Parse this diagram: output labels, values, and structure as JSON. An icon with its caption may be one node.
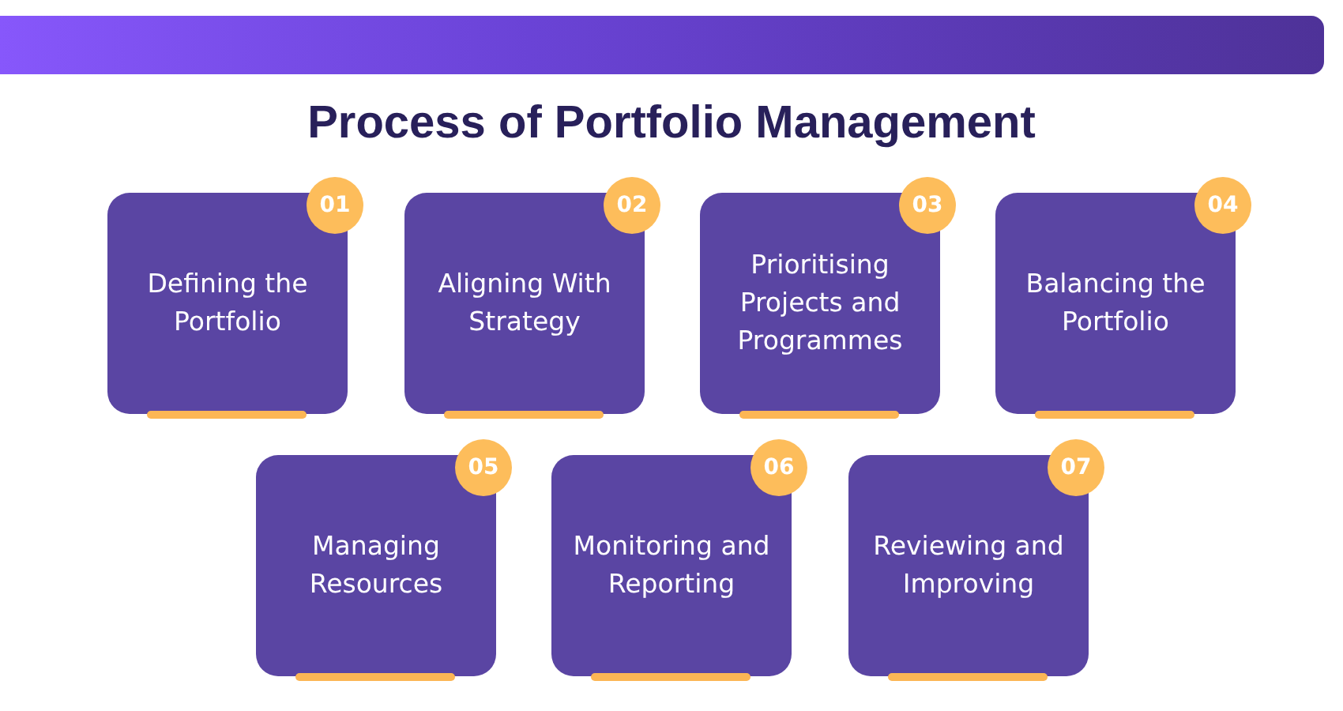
{
  "diagram": {
    "title": "Process of Portfolio Management",
    "nodes": [
      {
        "text": [
          "Defining the Portfolio"
        ]
      },
      {
        "text": [
          "01"
        ]
      },
      {
        "text": [
          "Aligning With Strategy"
        ]
      },
      {
        "text": [
          "02"
        ]
      },
      {
        "text": [
          "Prioritising Projects and Programmes"
        ]
      },
      {
        "text": [
          "03"
        ]
      },
      {
        "text": [
          "Balancing the Portfolio"
        ]
      },
      {
        "text": [
          "04"
        ]
      },
      {
        "text": [
          "Managing Resources"
        ]
      },
      {
        "text": [
          "05"
        ]
      },
      {
        "text": [
          "Monitoring and Reporting"
        ]
      },
      {
        "text": [
          "06"
        ]
      },
      {
        "text": [
          "Reviewing and Improving"
        ]
      },
      {
        "text": [
          "07"
        ]
      }
    ],
    "edges": []
  }
}
